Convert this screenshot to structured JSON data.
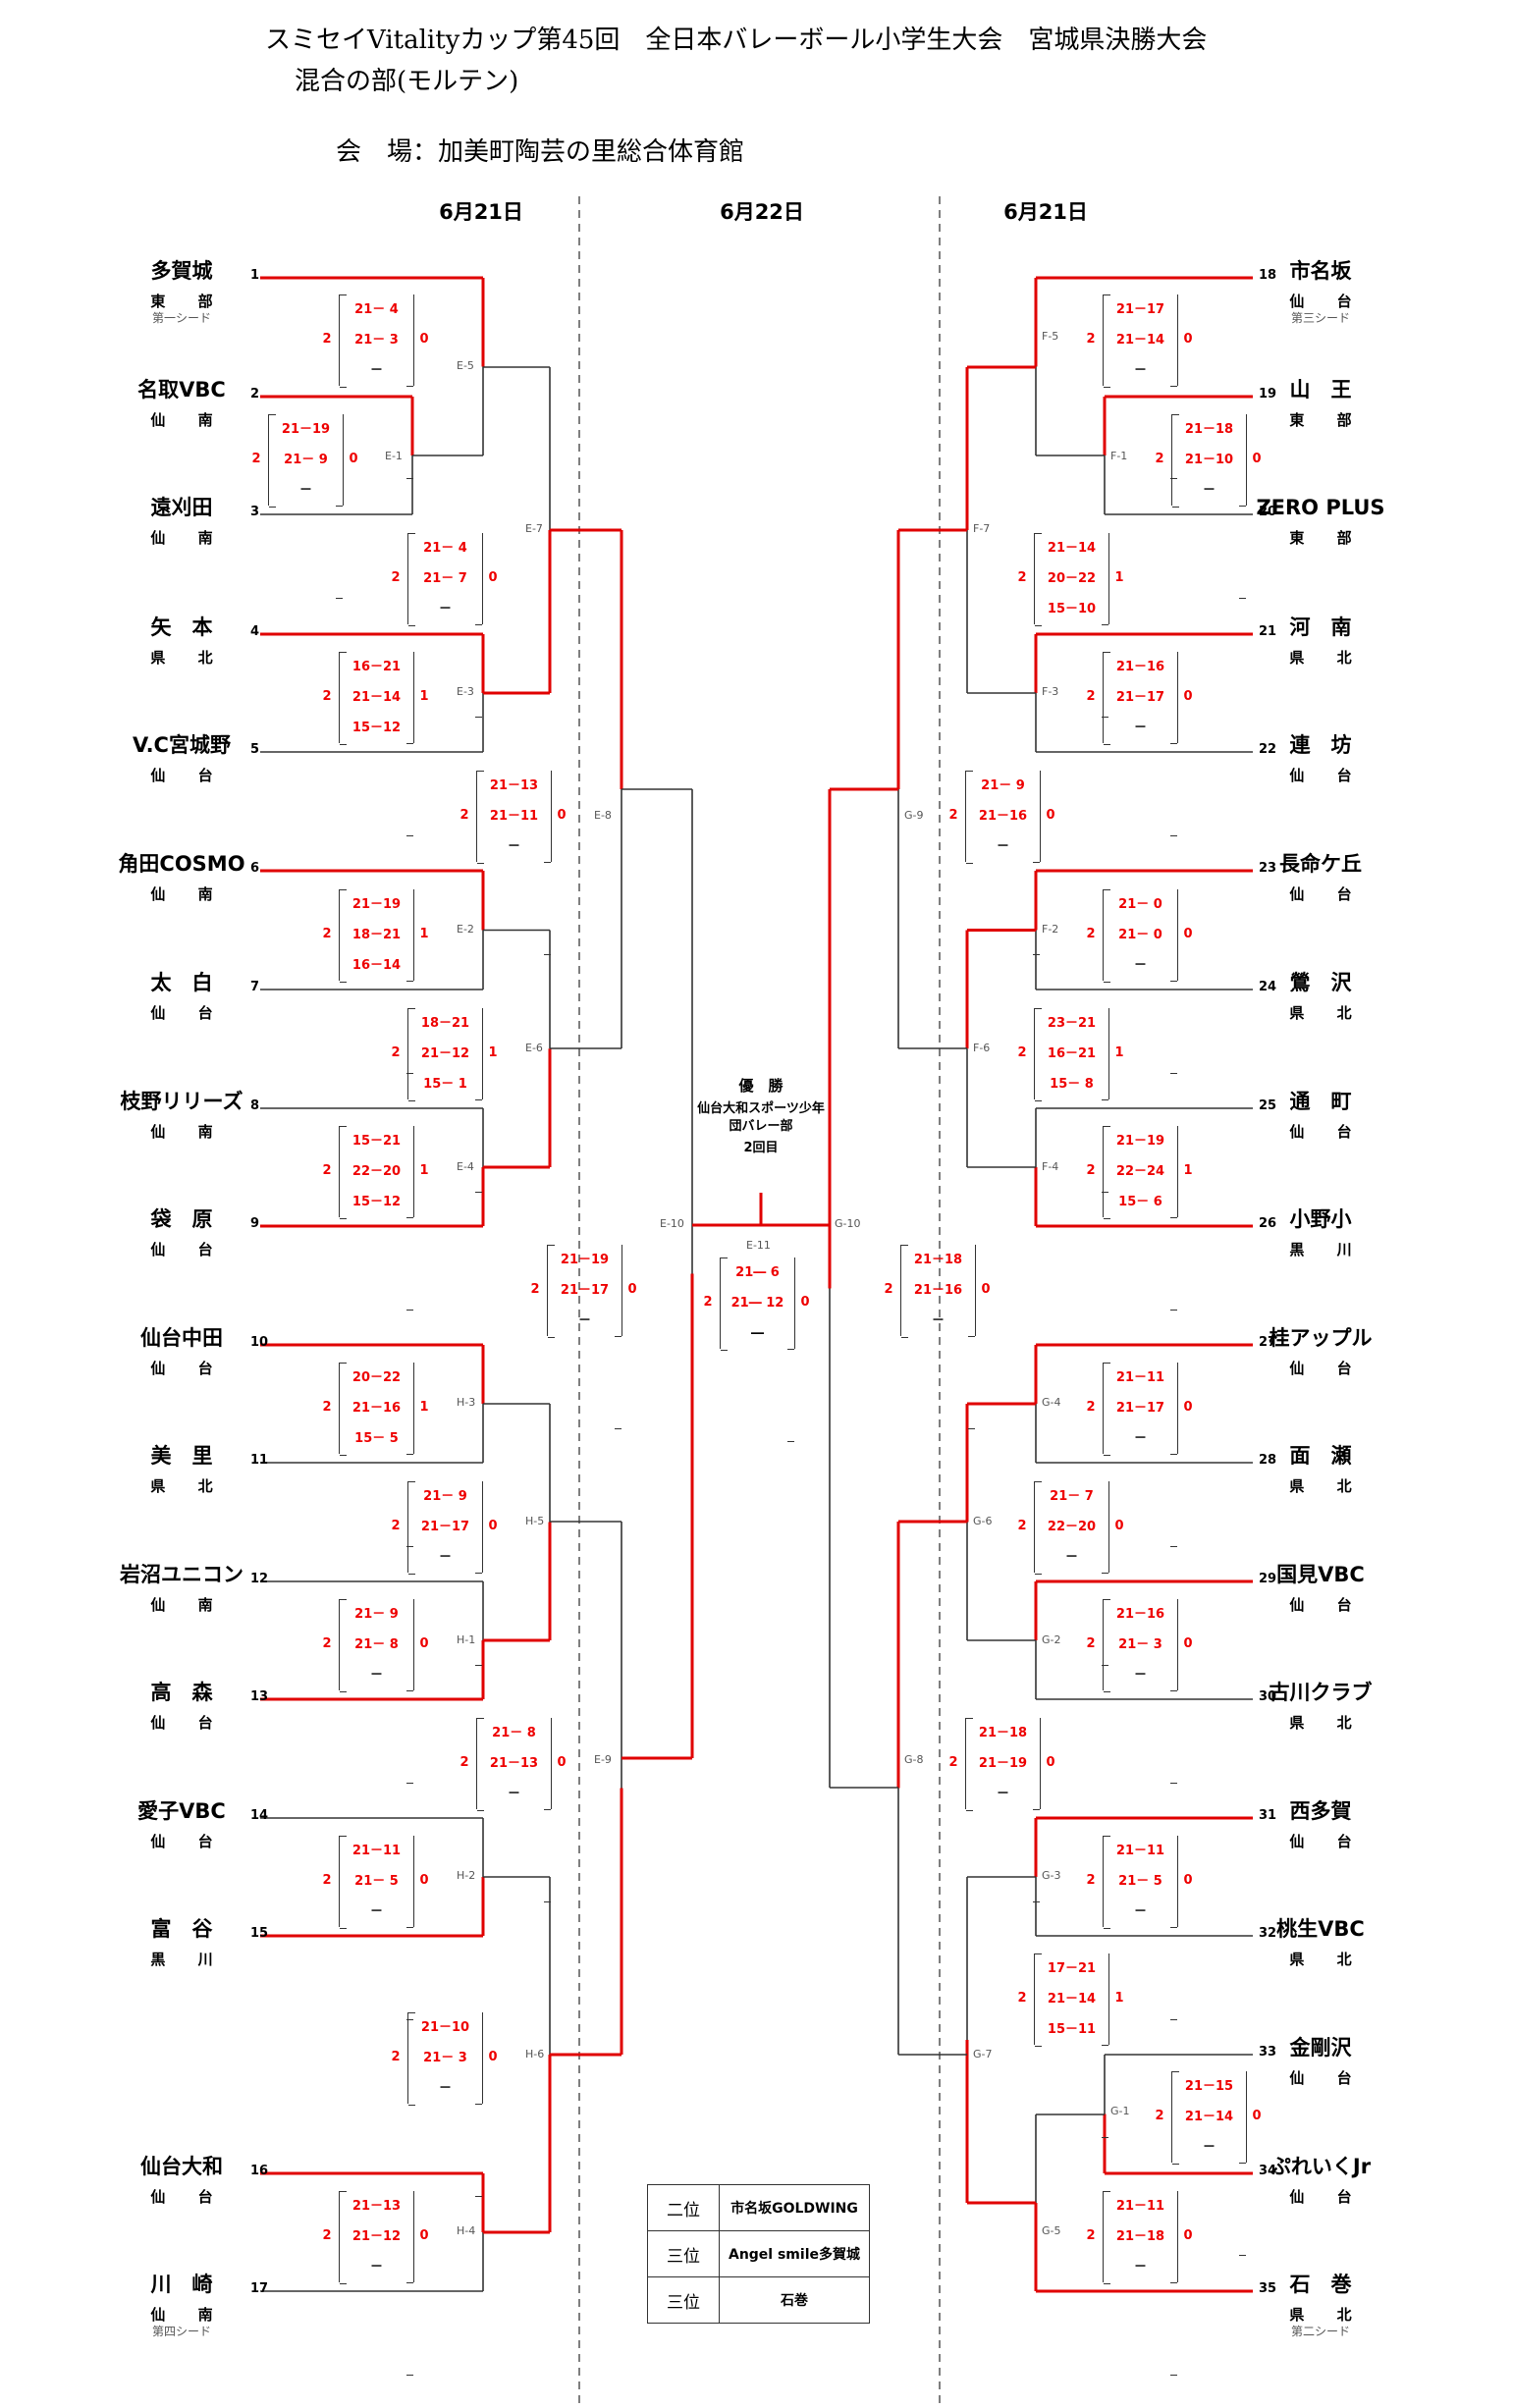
{
  "header": {
    "title": "スミセイVitalityカップ第45回　全日本バレーボール小学生大会　宮城県決勝大会",
    "division": "混合の部(モルテン)",
    "venue": "会　場：加美町陶芸の里総合体育館"
  },
  "days": {
    "left": "6月21日",
    "center": "6月22日",
    "right": "6月21日"
  },
  "teams_left": [
    {
      "no": "1",
      "name": "多賀城",
      "region": "東 部",
      "seed": "第一シード"
    },
    {
      "no": "2",
      "name": "名取VBC",
      "region": "仙 南"
    },
    {
      "no": "3",
      "name": "遠刈田",
      "region": "仙 南"
    },
    {
      "no": "4",
      "name": "矢　本",
      "region": "県 北"
    },
    {
      "no": "5",
      "name": "V.C宮城野",
      "region": "仙 台"
    },
    {
      "no": "6",
      "name": "角田COSMO",
      "region": "仙 南"
    },
    {
      "no": "7",
      "name": "太　白",
      "region": "仙 台"
    },
    {
      "no": "8",
      "name": "枝野リリーズ",
      "region": "仙 南"
    },
    {
      "no": "9",
      "name": "袋　原",
      "region": "仙 台"
    },
    {
      "no": "10",
      "name": "仙台中田",
      "region": "仙 台"
    },
    {
      "no": "11",
      "name": "美　里",
      "region": "県 北"
    },
    {
      "no": "12",
      "name": "岩沼ユニコン",
      "region": "仙 南"
    },
    {
      "no": "13",
      "name": "高　森",
      "region": "仙 台"
    },
    {
      "no": "14",
      "name": "愛子VBC",
      "region": "仙 台"
    },
    {
      "no": "15",
      "name": "富　谷",
      "region": "黒 川"
    },
    {
      "no": "16",
      "name": "仙台大和",
      "region": "仙 台"
    },
    {
      "no": "17",
      "name": "川　崎",
      "region": "仙 南",
      "seed": "第四シード"
    }
  ],
  "teams_right": [
    {
      "no": "18",
      "name": "市名坂",
      "region": "仙 台",
      "seed": "第三シード"
    },
    {
      "no": "19",
      "name": "山　王",
      "region": "東 部"
    },
    {
      "no": "20",
      "name": "ZERO PLUS",
      "region": "東 部"
    },
    {
      "no": "21",
      "name": "河　南",
      "region": "県 北"
    },
    {
      "no": "22",
      "name": "連　坊",
      "region": "仙 台"
    },
    {
      "no": "23",
      "name": "長命ケ丘",
      "region": "仙 台"
    },
    {
      "no": "24",
      "name": "鶯　沢",
      "region": "県 北"
    },
    {
      "no": "25",
      "name": "通　町",
      "region": "仙 台"
    },
    {
      "no": "26",
      "name": "小野小",
      "region": "黒 川"
    },
    {
      "no": "27",
      "name": "桂アップル",
      "region": "仙 台"
    },
    {
      "no": "28",
      "name": "面　瀬",
      "region": "県 北"
    },
    {
      "no": "29",
      "name": "国見VBC",
      "region": "仙 台"
    },
    {
      "no": "30",
      "name": "古川クラブ",
      "region": "県 北"
    },
    {
      "no": "31",
      "name": "西多賀",
      "region": "仙 台"
    },
    {
      "no": "32",
      "name": "桃生VBC",
      "region": "県 北"
    },
    {
      "no": "33",
      "name": "金剛沢",
      "region": "仙 台"
    },
    {
      "no": "34",
      "name": "ぷれいくJr",
      "region": "仙 台"
    },
    {
      "no": "35",
      "name": "石　巻",
      "region": "県 北",
      "seed": "第二シード"
    }
  ],
  "matches": [
    {
      "label": "E-1",
      "sets": [
        "21－19",
        "21－ 9",
        "－"
      ],
      "won": "2",
      "lost": "0"
    },
    {
      "label": "E-5",
      "sets": [
        "21－ 4",
        "21－ 3",
        "－"
      ],
      "won": "2",
      "lost": "0"
    },
    {
      "label": "E-3",
      "sets": [
        "16－21",
        "21－14",
        "15－12"
      ],
      "won": "2",
      "lost": "1"
    },
    {
      "label": "E-7",
      "sets": [
        "21－ 4",
        "21－ 7",
        "－"
      ],
      "won": "2",
      "lost": "0"
    },
    {
      "label": "E-2",
      "sets": [
        "21－19",
        "18－21",
        "16－14"
      ],
      "won": "2",
      "lost": "1"
    },
    {
      "label": "E-4",
      "sets": [
        "15－21",
        "22－20",
        "15－12"
      ],
      "won": "2",
      "lost": "1"
    },
    {
      "label": "E-6",
      "sets": [
        "18－21",
        "21－12",
        "15－ 1"
      ],
      "won": "2",
      "lost": "1"
    },
    {
      "label": "E-8",
      "sets": [
        "21－13",
        "21－11",
        "－"
      ],
      "won": "2",
      "lost": "0"
    },
    {
      "label": "E-10",
      "sets": [
        "21－19",
        "21－17",
        "－"
      ],
      "won": "2",
      "lost": "0"
    },
    {
      "label": "H-3",
      "sets": [
        "20－22",
        "21－16",
        "15－ 5"
      ],
      "won": "2",
      "lost": "1"
    },
    {
      "label": "H-1",
      "sets": [
        "21－ 9",
        "21－ 8",
        "－"
      ],
      "won": "2",
      "lost": "0"
    },
    {
      "label": "H-5",
      "sets": [
        "21－ 9",
        "21－17",
        "－"
      ],
      "won": "2",
      "lost": "0"
    },
    {
      "label": "H-2",
      "sets": [
        "21－11",
        "21－ 5",
        "－"
      ],
      "won": "2",
      "lost": "0"
    },
    {
      "label": "H-4",
      "sets": [
        "21－13",
        "21－12",
        "－"
      ],
      "won": "2",
      "lost": "0"
    },
    {
      "label": "H-6",
      "sets": [
        "21－10",
        "21－ 3",
        "－"
      ],
      "won": "2",
      "lost": "0"
    },
    {
      "label": "E-9",
      "sets": [
        "21－ 8",
        "21－13",
        "－"
      ],
      "won": "2",
      "lost": "0"
    },
    {
      "label": "E-11",
      "sets": [
        "21― 6",
        "21― 12",
        "―"
      ],
      "won": "2",
      "lost": "0"
    },
    {
      "label": "F-1",
      "sets": [
        "21－18",
        "21－10",
        "－"
      ],
      "won": "2",
      "lost": "0"
    },
    {
      "label": "F-5",
      "sets": [
        "21－17",
        "21－14",
        "－"
      ],
      "won": "2",
      "lost": "0"
    },
    {
      "label": "F-3",
      "sets": [
        "21－16",
        "21－17",
        "－"
      ],
      "won": "2",
      "lost": "0"
    },
    {
      "label": "F-7",
      "sets": [
        "21－14",
        "20－22",
        "15－10"
      ],
      "won": "2",
      "lost": "1"
    },
    {
      "label": "F-2",
      "sets": [
        "21－ 0",
        "21－ 0",
        "－"
      ],
      "won": "2",
      "lost": "0"
    },
    {
      "label": "F-4",
      "sets": [
        "21－19",
        "22－24",
        "15－ 6"
      ],
      "won": "2",
      "lost": "1"
    },
    {
      "label": "F-6",
      "sets": [
        "23－21",
        "16－21",
        "15－ 8"
      ],
      "won": "2",
      "lost": "1"
    },
    {
      "label": "G-9",
      "sets": [
        "21－ 9",
        "21－16",
        "－"
      ],
      "won": "2",
      "lost": "0"
    },
    {
      "label": "G-10",
      "sets": [
        "21－18",
        "21－16",
        "－"
      ],
      "won": "2",
      "lost": "0"
    },
    {
      "label": "G-4",
      "sets": [
        "21－11",
        "21－17",
        "－"
      ],
      "won": "2",
      "lost": "0"
    },
    {
      "label": "G-2",
      "sets": [
        "21－16",
        "21－ 3",
        "－"
      ],
      "won": "2",
      "lost": "0"
    },
    {
      "label": "G-6",
      "sets": [
        "21－ 7",
        "22－20",
        "－"
      ],
      "won": "2",
      "lost": "0"
    },
    {
      "label": "G-3",
      "sets": [
        "21－11",
        "21－ 5",
        "－"
      ],
      "won": "2",
      "lost": "0"
    },
    {
      "label": "G-1",
      "sets": [
        "21－15",
        "21－14",
        "－"
      ],
      "won": "2",
      "lost": "0"
    },
    {
      "label": "G-5",
      "sets": [
        "21－11",
        "21－18",
        "－"
      ],
      "won": "2",
      "lost": "0"
    },
    {
      "label": "G-7",
      "sets": [
        "17－21",
        "21－14",
        "15－11"
      ],
      "won": "2",
      "lost": "1"
    },
    {
      "label": "G-8",
      "sets": [
        "21－18",
        "21－19",
        "－"
      ],
      "won": "2",
      "lost": "0"
    }
  ],
  "champion": {
    "title": "優　勝",
    "team": "仙台大和スポーツ少年団バレー部",
    "note": "2回目"
  },
  "rankings": [
    {
      "place": "二位",
      "team": "市名坂GOLDWING"
    },
    {
      "place": "三位",
      "team": "Angel smile多賀城"
    },
    {
      "place": "三位",
      "team": "石巻"
    }
  ],
  "colors": {
    "win_line": "#e00000",
    "line": "#333333",
    "score": "#e00000"
  }
}
